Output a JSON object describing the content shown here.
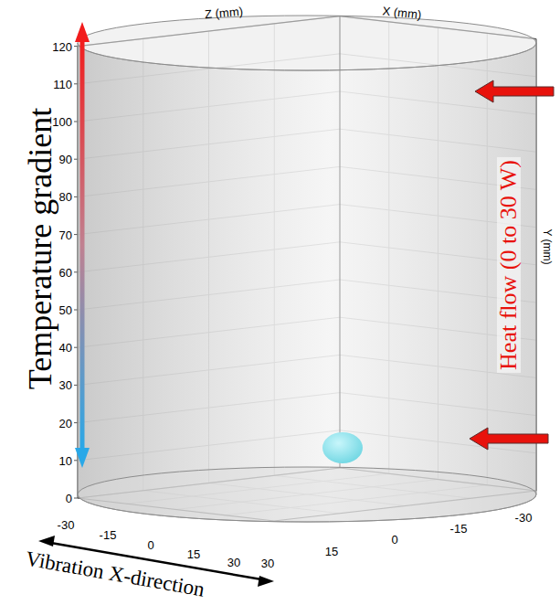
{
  "diagram": {
    "labels": [
      "Z (mm)",
      "X (mm)",
      "Y (mm)",
      "120",
      "110",
      "100",
      "90",
      "80",
      "70",
      "60",
      "50",
      "40",
      "30",
      "20",
      "10",
      "0",
      "-30",
      "-15",
      "0",
      "15",
      "30",
      "30",
      "15",
      "0",
      "-15",
      "-30",
      "Temperature gradient",
      "Heat flow (0 to 30 W)",
      "Vibration X-direction"
    ]
  }
}
